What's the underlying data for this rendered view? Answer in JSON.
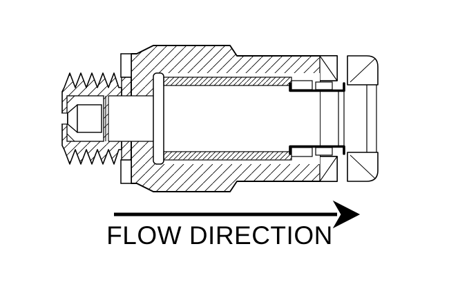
{
  "diagram": {
    "type": "technical-cross-section",
    "subject": "check-valve push-fit fitting, sectional view",
    "flow_label": "FLOW DIRECTION",
    "arrow_direction": "right",
    "colors": {
      "line": "#000000",
      "background": "#ffffff"
    }
  }
}
